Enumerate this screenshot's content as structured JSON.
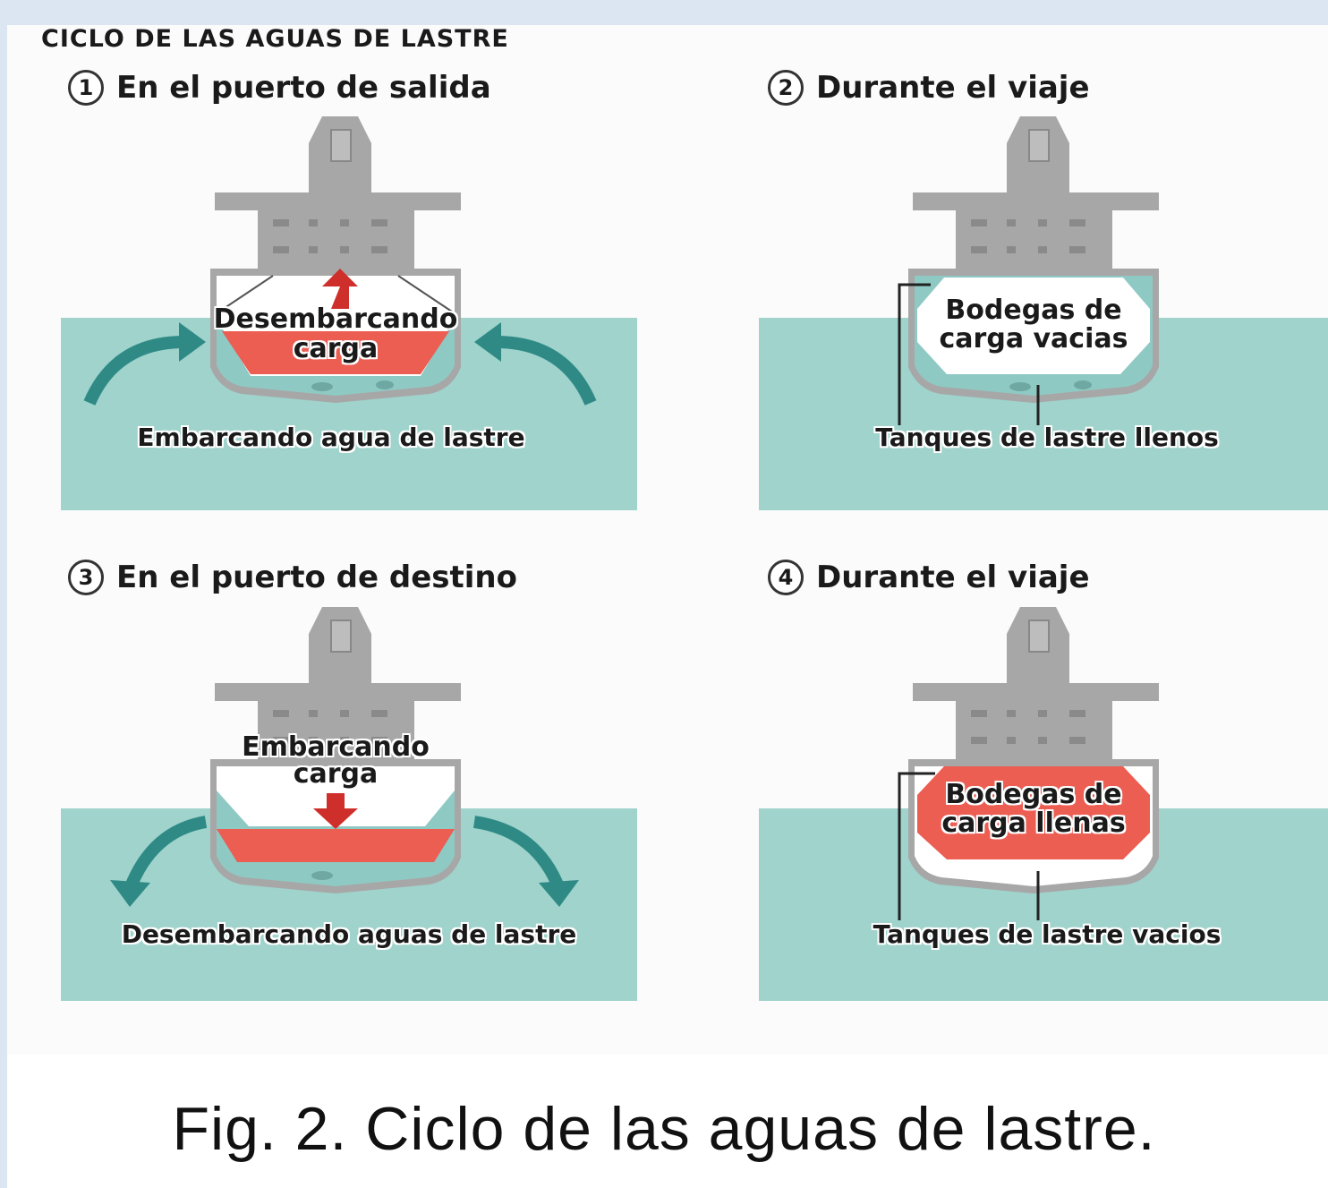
{
  "title": "CICLO DE LAS AGUAS DE LASTRE",
  "colors": {
    "water": "#9fd3cc",
    "ship": "#a7a7a7",
    "cargo": "#ec5d52",
    "arrow_red": "#cf2f2a",
    "arrow_teal": "#2f8a86",
    "tank_fill": "#8fc9c3"
  },
  "steps": [
    {
      "number": "1",
      "title": "En el puerto de salida",
      "labels": {
        "center_line1": "Desembarcando",
        "center_line2": "carga",
        "bottom": "Embarcando agua de lastre"
      }
    },
    {
      "number": "2",
      "title": "Durante el viaje",
      "labels": {
        "center_line1": "Bodegas de",
        "center_line2": "carga vacias",
        "bottom": "Tanques de lastre llenos"
      }
    },
    {
      "number": "3",
      "title": "En el puerto de destino",
      "labels": {
        "center_line1": "Embarcando",
        "center_line2": "carga",
        "bottom": "Desembarcando aguas de lastre"
      }
    },
    {
      "number": "4",
      "title": "Durante el viaje",
      "labels": {
        "center_line1": "Bodegas de",
        "center_line2": "carga llenas",
        "bottom": "Tanques de lastre vacios"
      }
    }
  ],
  "caption": "Fig. 2. Ciclo de las aguas de lastre."
}
